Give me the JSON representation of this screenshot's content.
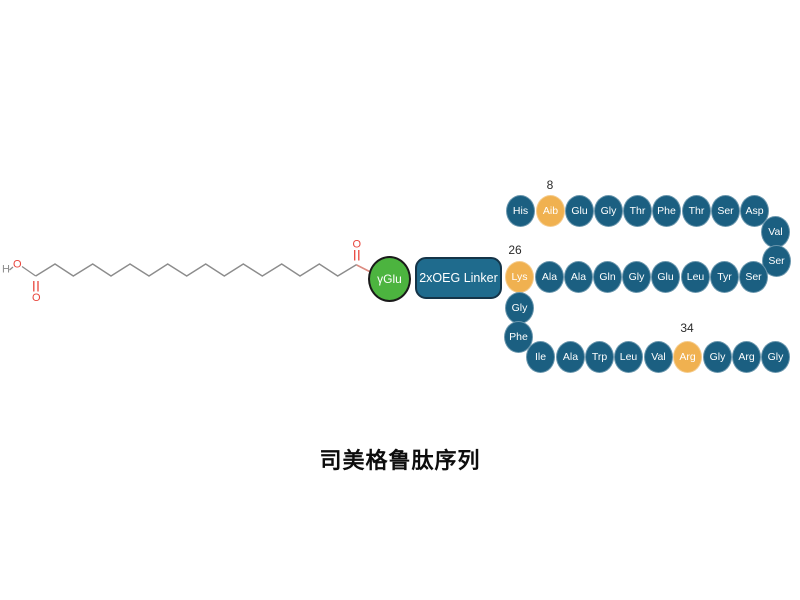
{
  "title": "司美格鲁肽序列",
  "colors": {
    "residue_fill": "#1b5f81",
    "modified_residue_fill": "#f0b150",
    "gamma_glu_fill": "#4cb43f",
    "linker_fill": "#1f6b8d",
    "linker_border": "#143448",
    "bond_gray": "#8c8c8c",
    "oxygen_red": "#e8453c",
    "amide_bond_salmon": "#dc8b80",
    "number_text": "#2b2b2b"
  },
  "fatty_acid": {
    "h": "H",
    "hydroxyl_o": "O",
    "acid_carbonyl_o": "O",
    "amide_carbonyl_o": "O"
  },
  "gamma_glu_label": "γGlu",
  "linker_label": "2xOEG Linker",
  "position_labels": {
    "aib": "8",
    "lys": "26",
    "arg": "34"
  },
  "sequence": {
    "row1": [
      "His",
      "Aib",
      "Glu",
      "Gly",
      "Thr",
      "Phe",
      "Thr",
      "Ser",
      "Asp"
    ],
    "right_turn": [
      "Val",
      "Ser"
    ],
    "row2": [
      "Lys",
      "Ala",
      "Ala",
      "Gln",
      "Gly",
      "Glu",
      "Leu",
      "Tyr",
      "Ser"
    ],
    "left_branch": [
      "Gly",
      "Phe"
    ],
    "row3": [
      "Ile",
      "Ala",
      "Trp",
      "Leu",
      "Val",
      "Arg",
      "Gly",
      "Arg",
      "Gly"
    ]
  }
}
